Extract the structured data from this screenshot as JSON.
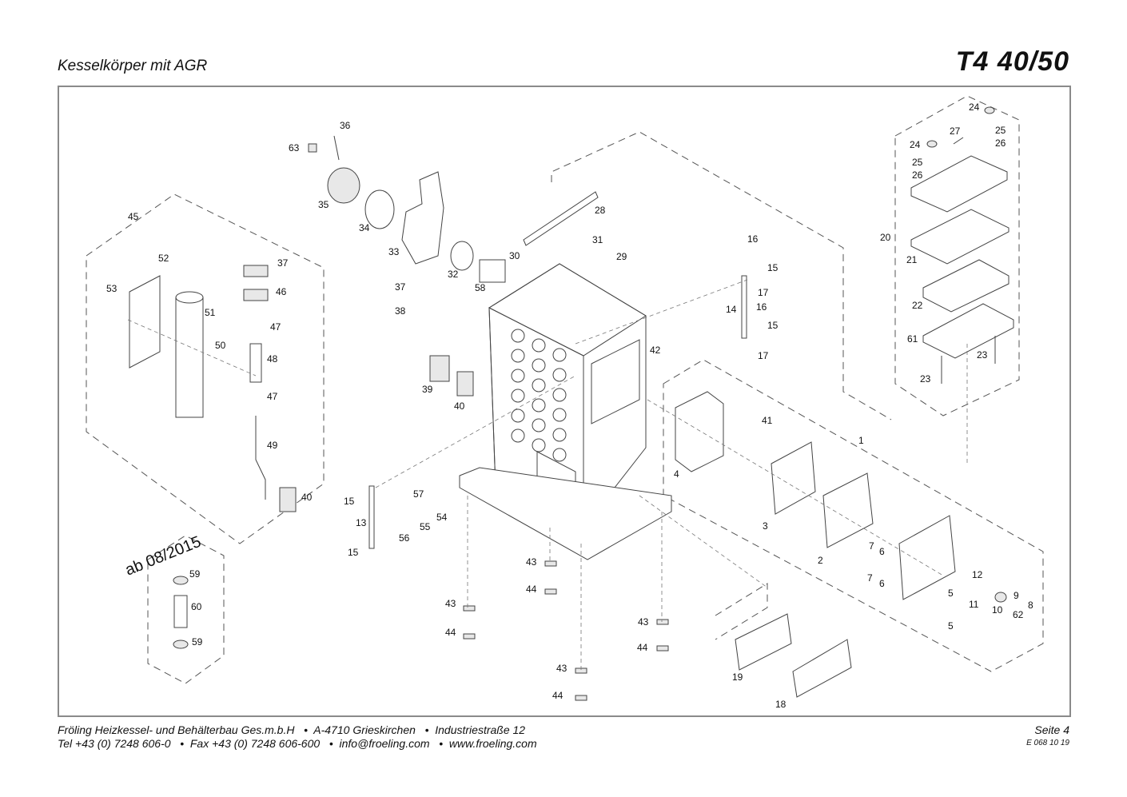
{
  "header": {
    "title": "Kesselkörper mit AGR",
    "model": "T4 40/50"
  },
  "stamp": "ab 08/2015",
  "footer": {
    "line1": "Fröling Heizkessel- und Behälterbau Ges.m.b.H   •  A-4710 Grieskirchen   •  Industriestraße 12",
    "line2": "Tel +43 (0) 7248 606-0   •  Fax +43 (0) 7248 606-600   •  info@froeling.com   •  www.froeling.com",
    "page": "Seite 4",
    "code": "E 068 10 19"
  },
  "part_labels": [
    {
      "id": "l1",
      "text": "1"
    },
    {
      "id": "l2",
      "text": "2"
    },
    {
      "id": "l3",
      "text": "3"
    },
    {
      "id": "l4",
      "text": "4"
    },
    {
      "id": "l5a",
      "text": "5"
    },
    {
      "id": "l5b",
      "text": "5"
    },
    {
      "id": "l6a",
      "text": "6"
    },
    {
      "id": "l6b",
      "text": "6"
    },
    {
      "id": "l7a",
      "text": "7"
    },
    {
      "id": "l7b",
      "text": "7"
    },
    {
      "id": "l8",
      "text": "8"
    },
    {
      "id": "l9",
      "text": "9"
    },
    {
      "id": "l10",
      "text": "10"
    },
    {
      "id": "l11",
      "text": "11"
    },
    {
      "id": "l12",
      "text": "12"
    },
    {
      "id": "l13",
      "text": "13"
    },
    {
      "id": "l14",
      "text": "14"
    },
    {
      "id": "l15a",
      "text": "15"
    },
    {
      "id": "l15b",
      "text": "15"
    },
    {
      "id": "l15c",
      "text": "15"
    },
    {
      "id": "l15d",
      "text": "15"
    },
    {
      "id": "l16a",
      "text": "16"
    },
    {
      "id": "l16b",
      "text": "16"
    },
    {
      "id": "l17a",
      "text": "17"
    },
    {
      "id": "l17b",
      "text": "17"
    },
    {
      "id": "l18",
      "text": "18"
    },
    {
      "id": "l19",
      "text": "19"
    },
    {
      "id": "l20",
      "text": "20"
    },
    {
      "id": "l21",
      "text": "21"
    },
    {
      "id": "l22",
      "text": "22"
    },
    {
      "id": "l23a",
      "text": "23"
    },
    {
      "id": "l23b",
      "text": "23"
    },
    {
      "id": "l24a",
      "text": "24"
    },
    {
      "id": "l24b",
      "text": "24"
    },
    {
      "id": "l25a",
      "text": "25"
    },
    {
      "id": "l25b",
      "text": "25"
    },
    {
      "id": "l26a",
      "text": "26"
    },
    {
      "id": "l26b",
      "text": "26"
    },
    {
      "id": "l27",
      "text": "27"
    },
    {
      "id": "l28",
      "text": "28"
    },
    {
      "id": "l29",
      "text": "29"
    },
    {
      "id": "l30",
      "text": "30"
    },
    {
      "id": "l31",
      "text": "31"
    },
    {
      "id": "l32",
      "text": "32"
    },
    {
      "id": "l33",
      "text": "33"
    },
    {
      "id": "l34",
      "text": "34"
    },
    {
      "id": "l35",
      "text": "35"
    },
    {
      "id": "l36",
      "text": "36"
    },
    {
      "id": "l37a",
      "text": "37"
    },
    {
      "id": "l37b",
      "text": "37"
    },
    {
      "id": "l38",
      "text": "38"
    },
    {
      "id": "l39",
      "text": "39"
    },
    {
      "id": "l40a",
      "text": "40"
    },
    {
      "id": "l40b",
      "text": "40"
    },
    {
      "id": "l41",
      "text": "41"
    },
    {
      "id": "l42",
      "text": "42"
    },
    {
      "id": "l43a",
      "text": "43"
    },
    {
      "id": "l43b",
      "text": "43"
    },
    {
      "id": "l43c",
      "text": "43"
    },
    {
      "id": "l43d",
      "text": "43"
    },
    {
      "id": "l44a",
      "text": "44"
    },
    {
      "id": "l44b",
      "text": "44"
    },
    {
      "id": "l44c",
      "text": "44"
    },
    {
      "id": "l44d",
      "text": "44"
    },
    {
      "id": "l45",
      "text": "45"
    },
    {
      "id": "l46",
      "text": "46"
    },
    {
      "id": "l47a",
      "text": "47"
    },
    {
      "id": "l47b",
      "text": "47"
    },
    {
      "id": "l48",
      "text": "48"
    },
    {
      "id": "l49",
      "text": "49"
    },
    {
      "id": "l50",
      "text": "50"
    },
    {
      "id": "l51",
      "text": "51"
    },
    {
      "id": "l52",
      "text": "52"
    },
    {
      "id": "l53",
      "text": "53"
    },
    {
      "id": "l54",
      "text": "54"
    },
    {
      "id": "l55",
      "text": "55"
    },
    {
      "id": "l56",
      "text": "56"
    },
    {
      "id": "l57",
      "text": "57"
    },
    {
      "id": "l58",
      "text": "58"
    },
    {
      "id": "l59a",
      "text": "59"
    },
    {
      "id": "l59b",
      "text": "59"
    },
    {
      "id": "l60",
      "text": "60"
    },
    {
      "id": "l61",
      "text": "61"
    },
    {
      "id": "l62",
      "text": "62"
    },
    {
      "id": "l63",
      "text": "63"
    }
  ]
}
